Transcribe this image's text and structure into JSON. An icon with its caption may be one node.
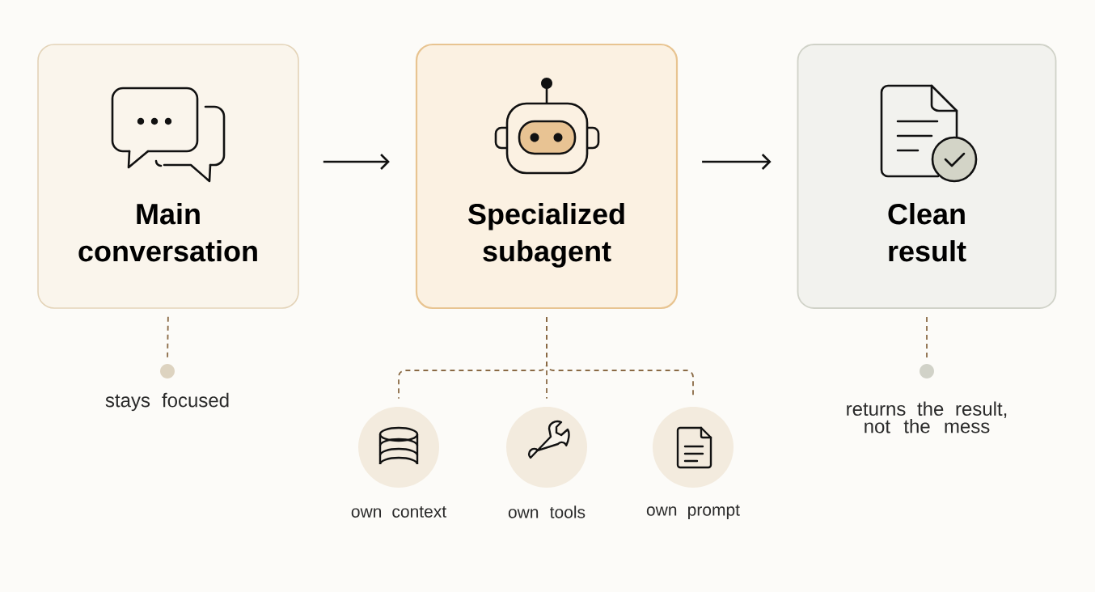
{
  "diagram": {
    "nodes": [
      {
        "text": [
          "Main conversation"
        ]
      },
      {
        "text": [
          "Specialized subagent"
        ]
      },
      {
        "text": [
          "Clean result"
        ]
      },
      {
        "text": [],
        "shape": "circle",
        "beside": [
          "stays focused"
        ]
      },
      {
        "text": [],
        "shape": "circle",
        "beside": [
          "returns the result, not the mess"
        ]
      },
      {
        "text": [],
        "shape": "circle",
        "beside": [
          "own context"
        ]
      },
      {
        "text": [],
        "shape": "circle",
        "beside": [
          "own tools"
        ]
      },
      {
        "text": [],
        "shape": "circle",
        "beside": [
          "own prompt"
        ]
      }
    ],
    "edges": [
      {
        "from": 0,
        "to": 1,
        "arrow": "to",
        "color": "#111111"
      },
      {
        "from": 1,
        "to": 2,
        "arrow": "to",
        "color": "#111111"
      },
      {
        "from": 0,
        "to": 3,
        "arrow": "none",
        "style": "dashed",
        "color": "#8a6a45"
      },
      {
        "from": 2,
        "to": 4,
        "arrow": "none",
        "style": "dashed",
        "color": "#8a6a45"
      },
      {
        "from": 1,
        "to": 5,
        "arrow": "none",
        "style": "dashed",
        "color": "#8a6a45"
      },
      {
        "from": 1,
        "to": 6,
        "arrow": "none",
        "style": "dashed",
        "color": "#8a6a45"
      },
      {
        "from": 1,
        "to": 7,
        "arrow": "none",
        "style": "dashed",
        "color": "#8a6a45"
      }
    ]
  }
}
